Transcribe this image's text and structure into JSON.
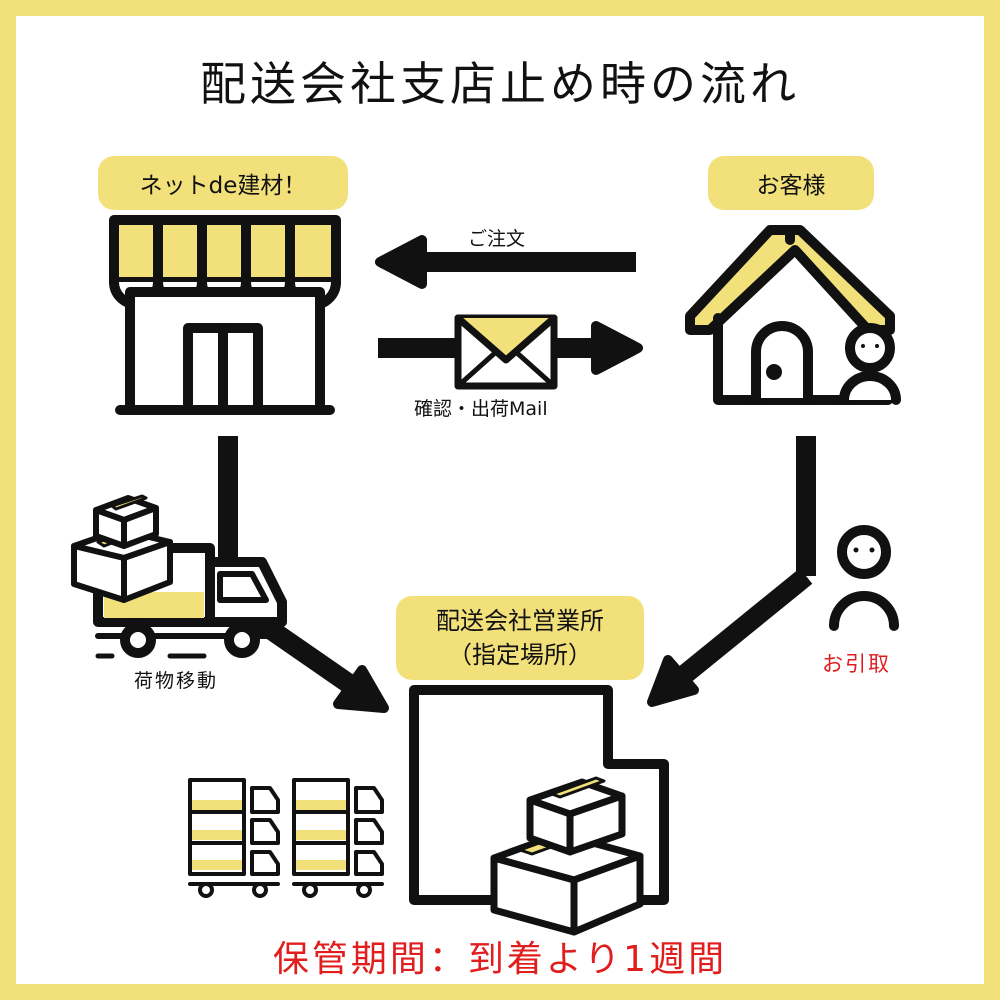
{
  "title": "配送会社支店止め時の流れ",
  "shop_label": "ネットde建材！",
  "customer_label": "お客様",
  "order_label": "ご注文",
  "mail_label": "確認・出荷Mail",
  "move_label": "荷物移動",
  "pickup_label": "お引取",
  "office_label_1": "配送会社営業所",
  "office_label_2": "（指定場所）",
  "storage_period": "保管期間：到着より1週間",
  "colors": {
    "accent_yellow": "#f2e07a",
    "line_black": "#111111",
    "alert_red": "#e01e1e"
  },
  "icons": [
    "shop-icon",
    "house-icon",
    "person-icon",
    "envelope-icon",
    "truck-icon",
    "boxes-icon",
    "trucks-fleet-icon",
    "warehouse-icon"
  ]
}
